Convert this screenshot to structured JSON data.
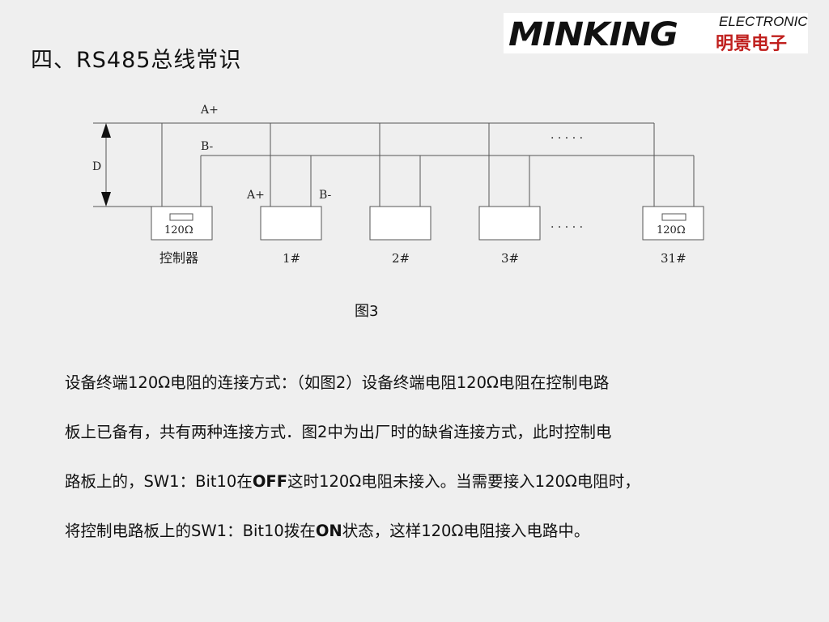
{
  "slide": {
    "title": "四、RS485总线常识"
  },
  "logo": {
    "wordmark": "MINKING",
    "sub": "ELECTRONIC",
    "cn": "明景电子"
  },
  "diagram": {
    "bus_a_label": "A+",
    "bus_b_label": "B-",
    "dim_label": "D",
    "node_a_label": "A+",
    "node_b_label": "B-",
    "resistor_value": "120Ω",
    "dots": "· · · · ·",
    "nodes": [
      "控制器",
      "1#",
      "2#",
      "3#",
      "31#"
    ],
    "caption": "图3"
  },
  "paragraph": {
    "line1": "设备终端120Ω电阻的连接方式：（如图2）设备终端电阻120Ω电阻在控制电路",
    "line2": "板上已备有，共有两种连接方式．图2中为出厂时的缺省连接方式，此时控制电",
    "line3_a": "路板上的，SW1：Bit10在",
    "line3_b": "OFF",
    "line3_c": "这时120Ω电阻未接入。当需要接入120Ω电阻时，",
    "line4_a": "将控制电路板上的SW1：Bit10拨在",
    "line4_b": "ON",
    "line4_c": "状态，这样120Ω电阻接入电路中。"
  }
}
